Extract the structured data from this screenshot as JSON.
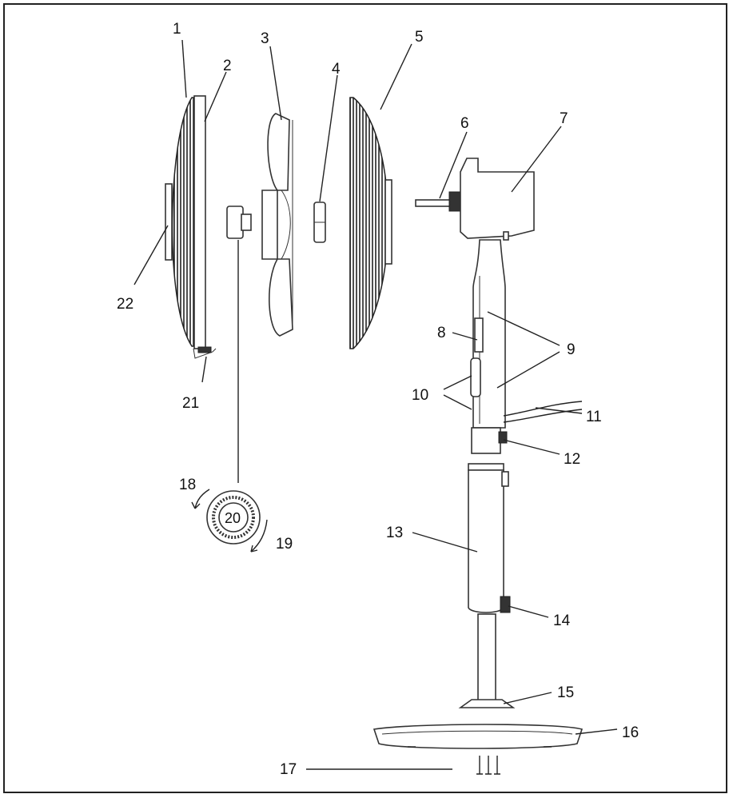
{
  "diagram": {
    "labels": [
      "1",
      "2",
      "3",
      "4",
      "5",
      "6",
      "7",
      "8",
      "9",
      "10",
      "11",
      "12",
      "13",
      "14",
      "15",
      "16",
      "17",
      "18",
      "19",
      "20",
      "21",
      "22"
    ]
  },
  "colors": {
    "line": "#222222",
    "background": "#ffffff"
  }
}
